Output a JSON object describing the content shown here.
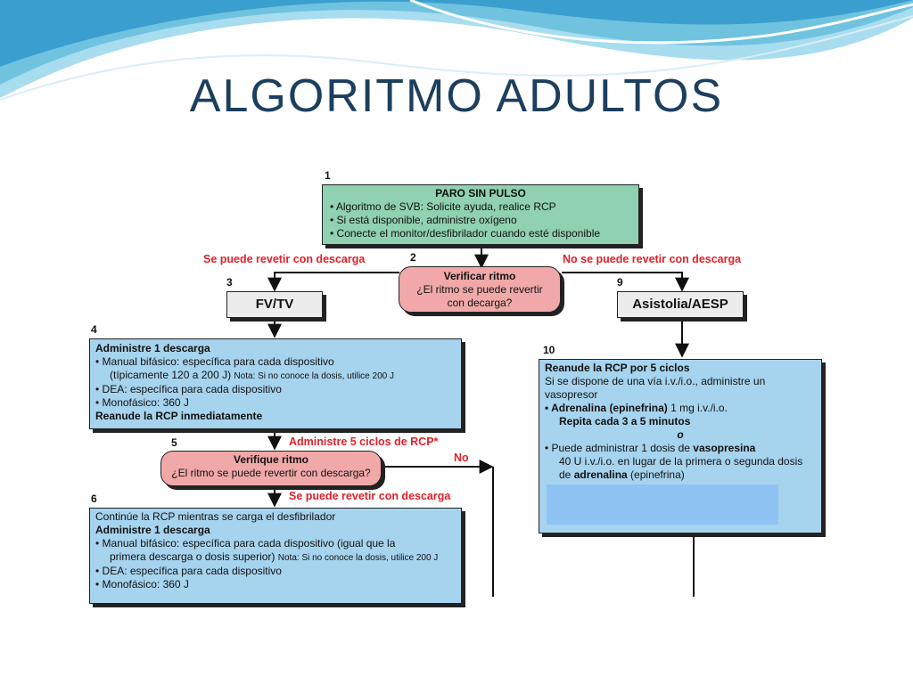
{
  "slide": {
    "title": "ALGORITMO ADULTOS"
  },
  "colors": {
    "green": "#8fd1b0",
    "pink": "#f0a8a8",
    "grey": "#ececec",
    "blue": "#a6d3ee",
    "edge_label": "#e3202a",
    "title": "#1c3f5e"
  },
  "steps": {
    "s1": {
      "number": "1",
      "title": "PARO SIN PULSO",
      "l1": "• Algoritmo de SVB: Solicite ayuda, realice RCP",
      "l2": "• Si está disponible, administre oxígeno",
      "l3": "• Conecte el monitor/desfibrilador cuando esté disponible"
    },
    "s2": {
      "number": "2",
      "title": "Verificar ritmo",
      "l1": "¿El ritmo se puede revertir",
      "l2": "con decarga?"
    },
    "s3": {
      "number": "3",
      "label": "FV/TV"
    },
    "s9": {
      "number": "9",
      "label": "Asistolia/AESP"
    },
    "s4": {
      "number": "4",
      "title": "Administre 1 descarga",
      "l1": "• Manual bifásico: específica para cada dispositivo",
      "l2": "(típicamente 120 a 200 J)",
      "l2_note": "Nota: Si no conoce la dosis, utilice 200 J",
      "l3": "• DEA: específica para cada dispositivo",
      "l4": "• Monofásico: 360 J",
      "l5": "Reanude la RCP inmediatamente"
    },
    "s5": {
      "number": "5",
      "title": "Verifique ritmo",
      "l1": "¿El ritmo se puede revertir con descarga?"
    },
    "s6": {
      "number": "6",
      "l1": "Continúe la RCP mientras se carga el desfibrilador",
      "l2": "Administre 1 descarga",
      "l3": "• Manual bifásico: específica para cada dispositivo (igual que la",
      "l4": "primera descarga o dosis superior)",
      "l4_note": "Nota: Si no conoce la dosis, utilice 200 J",
      "l5": "• DEA: específica para cada dispositivo",
      "l6": "• Monofásico: 360 J"
    },
    "s10": {
      "number": "10",
      "title": "Reanude la RCP por 5 ciclos",
      "l1": "Si se dispone de una vía i.v./i.o., administre un",
      "l2": "vasopresor",
      "l3_b": "• Adrenalina (epinefrina)",
      "l3": " 1 mg i.v./i.o.",
      "l4": "Repita cada 3 a 5 minutos",
      "l5": "o",
      "l6_a": "• Puede administrar 1 dosis de ",
      "l6_b": "vasopresina",
      "l7": "40 U i.v./i.o. en lugar de la primera o segunda dosis",
      "l8_a": "de ",
      "l8_b": "adrenalina",
      "l8_c": " (epinefrina)"
    }
  },
  "edges": {
    "shockable": "Se puede revetir con descarga",
    "non_shockable": "No se puede revetir con descarga",
    "five_cycles": "Administre 5 ciclos de RCP*",
    "no": "No",
    "shockable_2": "Se puede revetir con descarga"
  }
}
